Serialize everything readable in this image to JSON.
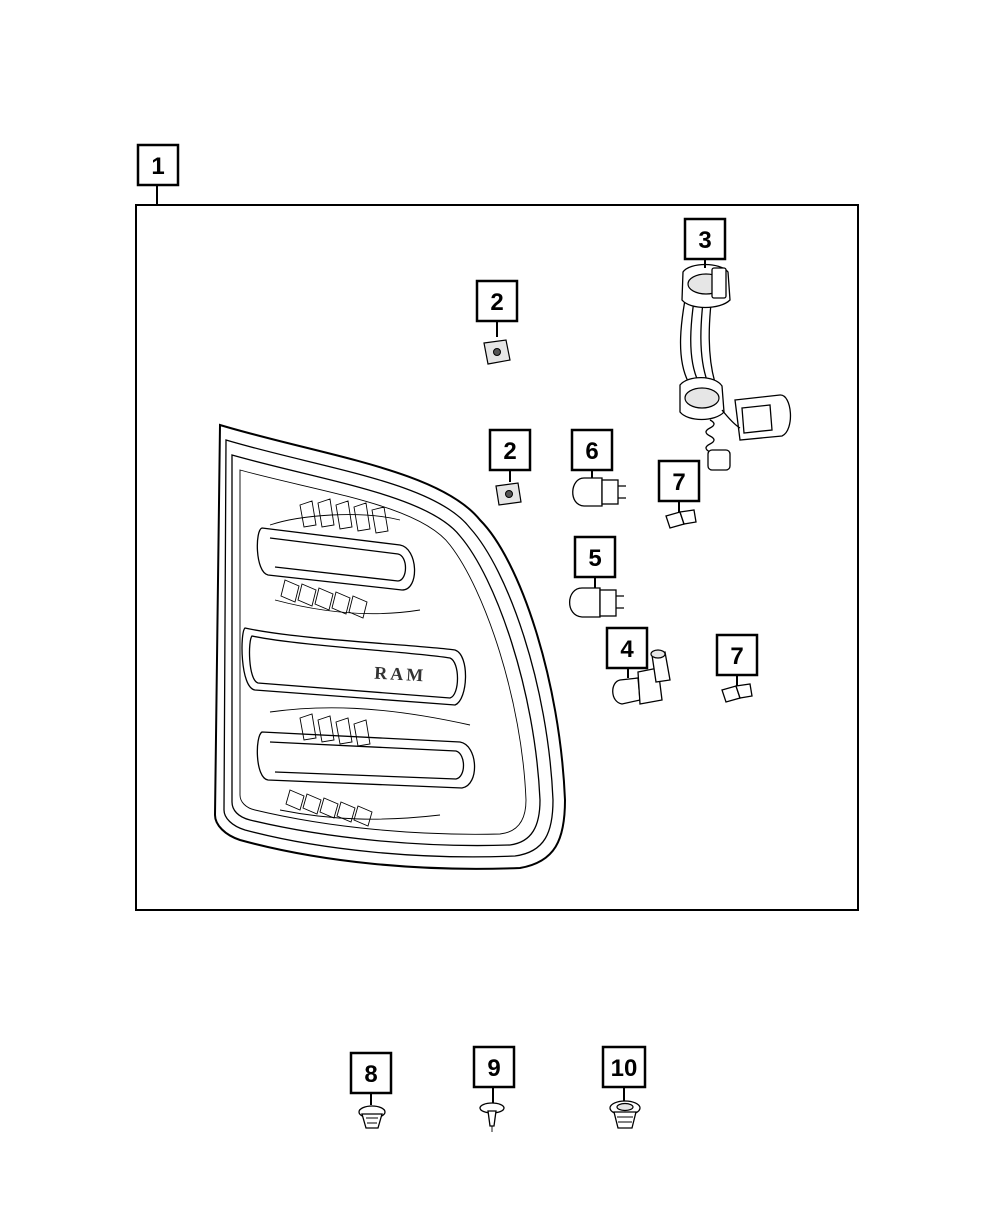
{
  "callouts": [
    {
      "id": "c1",
      "label": "1"
    },
    {
      "id": "c2a",
      "label": "2"
    },
    {
      "id": "c2b",
      "label": "2"
    },
    {
      "id": "c3",
      "label": "3"
    },
    {
      "id": "c4",
      "label": "4"
    },
    {
      "id": "c5",
      "label": "5"
    },
    {
      "id": "c6",
      "label": "6"
    },
    {
      "id": "c7a",
      "label": "7"
    },
    {
      "id": "c7b",
      "label": "7"
    },
    {
      "id": "c8",
      "label": "8"
    },
    {
      "id": "c9",
      "label": "9"
    },
    {
      "id": "c10",
      "label": "10"
    }
  ],
  "lens_logo": "RAM"
}
